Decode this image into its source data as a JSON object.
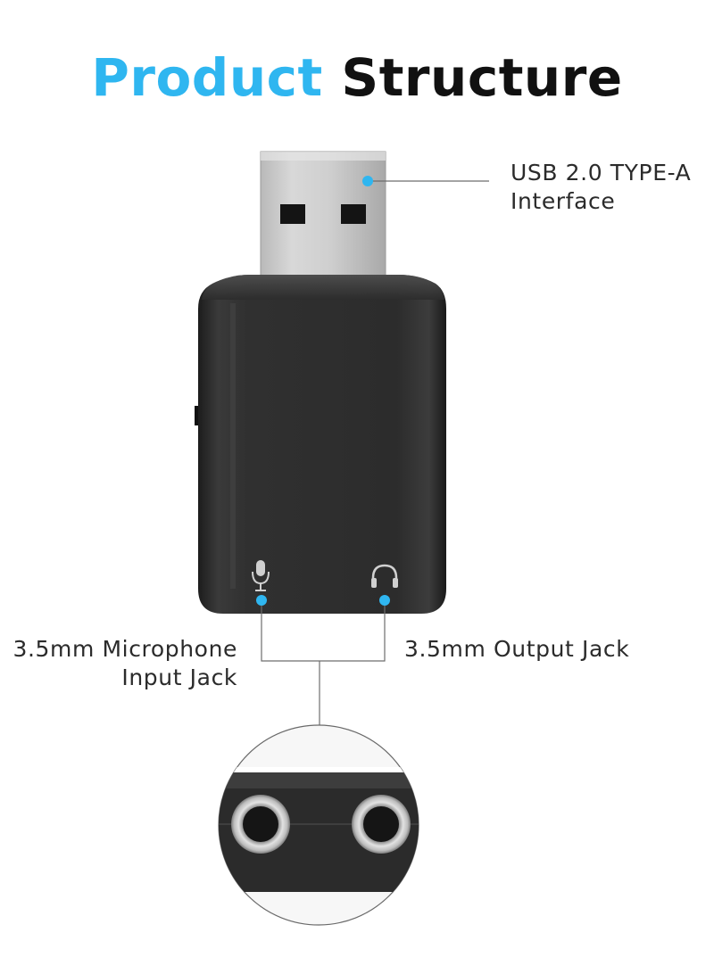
{
  "title": {
    "part1": "Product",
    "part2": "Structure"
  },
  "labels": {
    "usb": {
      "line1": "USB 2.0 TYPE-A",
      "line2": "Interface"
    },
    "mic": {
      "line1": "3.5mm Microphone",
      "line2": "Input Jack"
    },
    "output": {
      "line1": "3.5mm Output Jack"
    }
  },
  "icons": {
    "mic": "microphone-icon",
    "output": "headphones-icon"
  },
  "colors": {
    "accent": "#2fb6f0",
    "title_dark": "#111111",
    "body_dark": "#2a2a2a"
  }
}
